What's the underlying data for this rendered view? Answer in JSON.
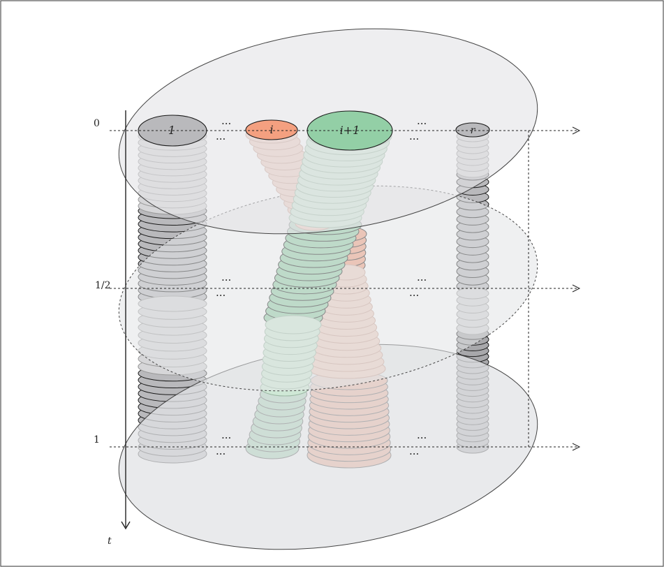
{
  "strand_labels": {
    "first": "1",
    "i": "i",
    "i_plus_1": "i+1",
    "r": "r"
  },
  "time_labels": {
    "t0": "0",
    "t_half": "1/2",
    "t1": "1",
    "axis": "t"
  },
  "ellipsis": "···",
  "colors": {
    "frame": "#555555",
    "gray_disk": "#b9b9bc",
    "orange_disk": "#f4a080",
    "green_disk": "#93cfa6",
    "plane_fill": "#e2e3e6",
    "outline": "#1a1a1a"
  }
}
